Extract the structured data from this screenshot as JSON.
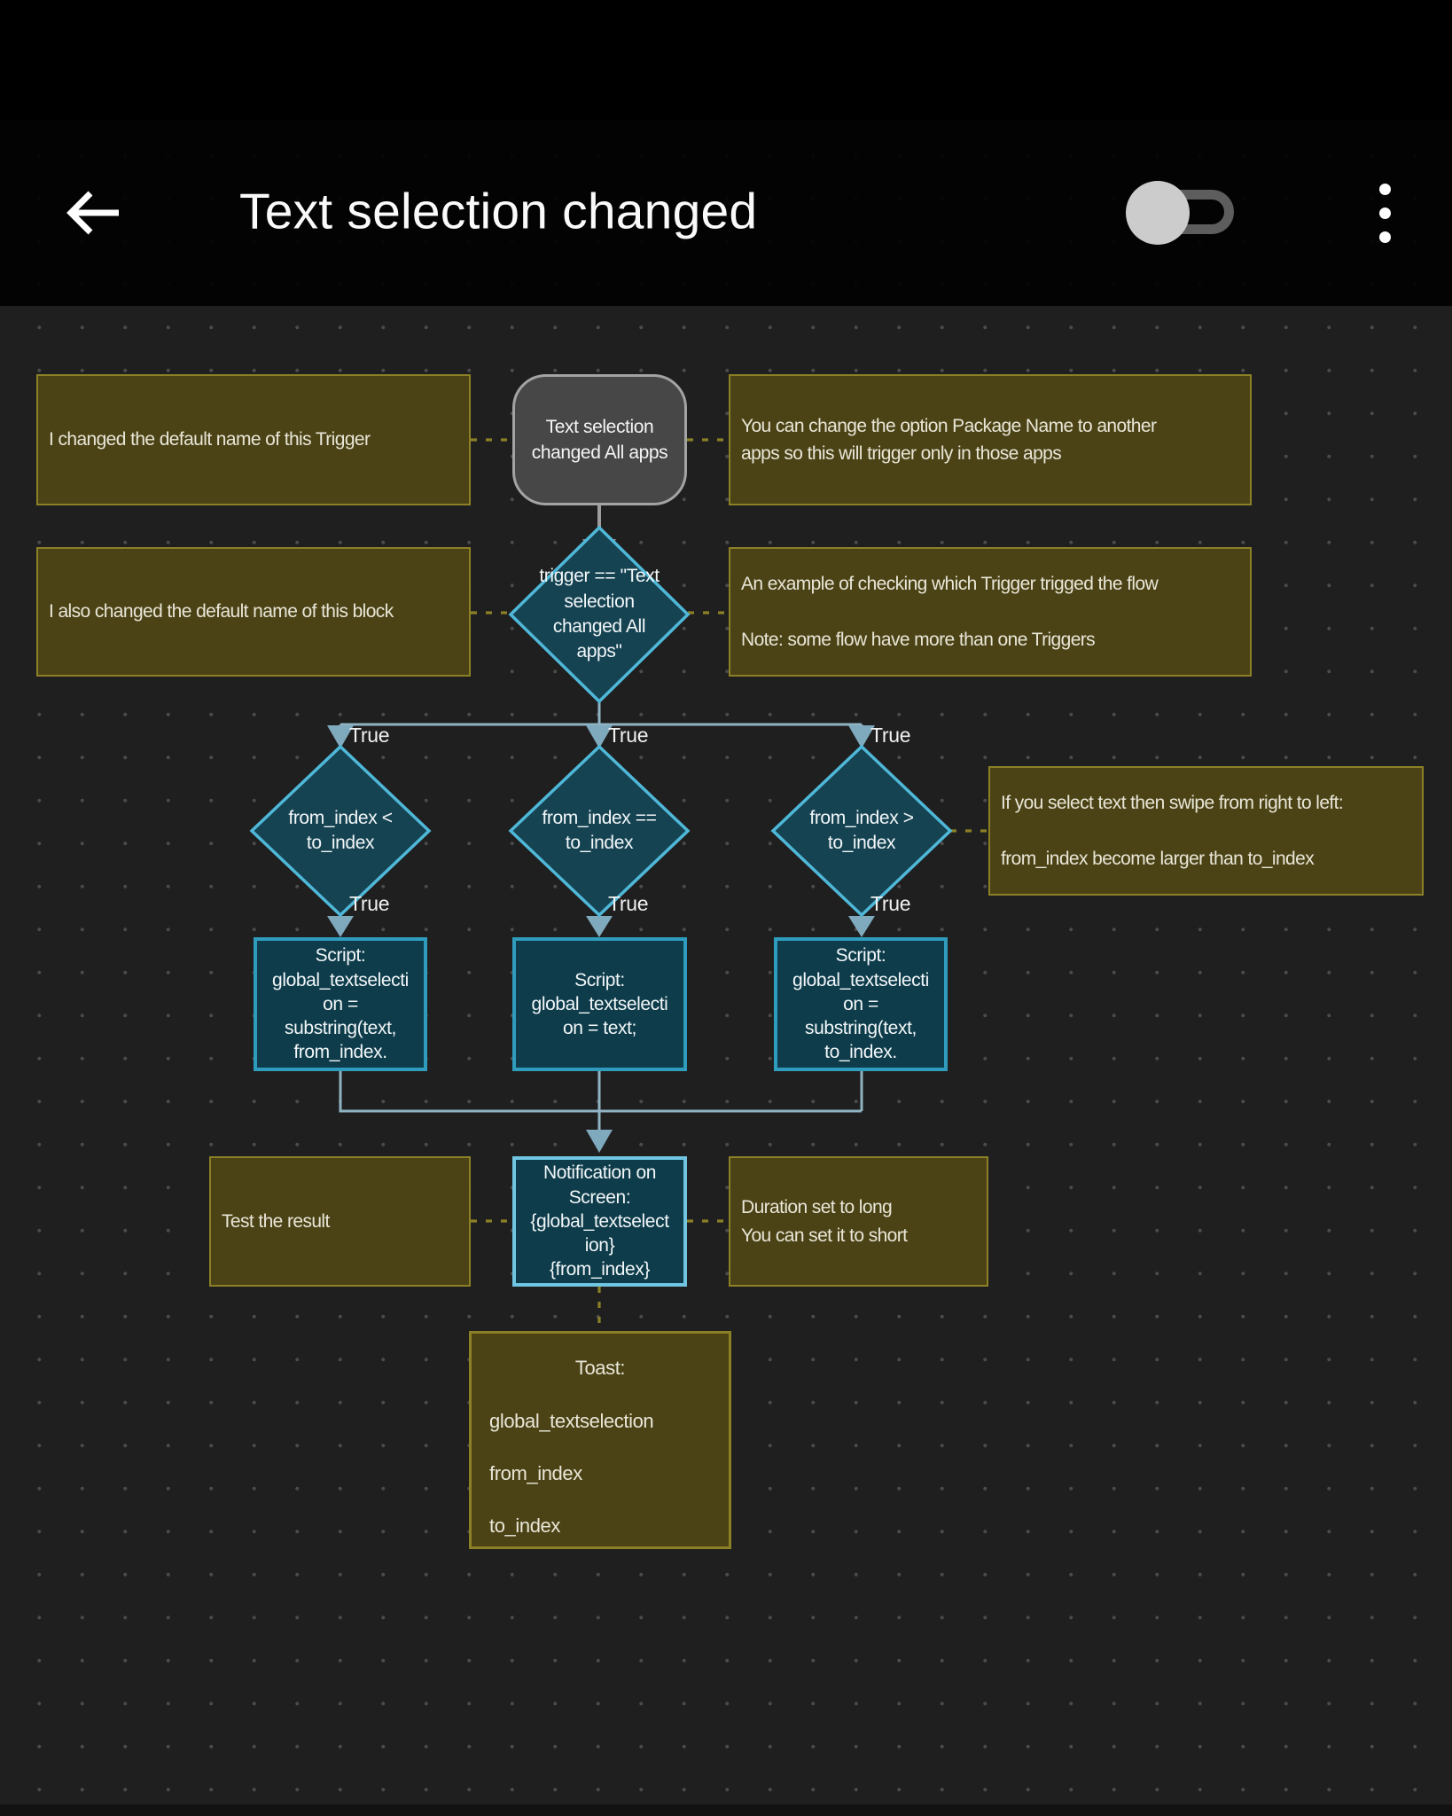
{
  "app": {
    "header": {
      "title": "Text selection changed",
      "back_icon": "back-arrow",
      "menu_icon": "vertical-ellipsis",
      "flow_toggle_state": "off"
    }
  },
  "labels": {
    "true_branch": "True"
  },
  "flow": {
    "trigger": {
      "label": "Text selection\nchanged All apps"
    },
    "decisions": {
      "trigger_check": "trigger == \"Text\nselection\nchanged All\napps\"",
      "lt": "from_index <\nto_index",
      "eq": "from_index ==\nto_index",
      "gt": "from_index >\nto_index"
    },
    "scripts": {
      "lt": "Script:\nglobal_textselecti\non =\nsubstring(text,\nfrom_index.",
      "eq": "Script:\nglobal_textselecti\non = text;",
      "gt": "Script:\nglobal_textselecti\non =\nsubstring(text,\nto_index."
    },
    "notification": {
      "label": "Notification on\nScreen:\n{global_textselect\nion}\n{from_index}"
    },
    "toast": {
      "title": "Toast:",
      "lines": [
        "global_textselection",
        "from_index",
        "to_index"
      ]
    },
    "comments": {
      "trigger_name": "I changed the default name of this Trigger",
      "package_name": "You can change the option Package Name to another\napps so this will trigger only in those apps",
      "block_name": "I also changed the default name of this block",
      "trigger_check": "An example of checking which Trigger trigged the flow\n\nNote: some flow have more than one Triggers",
      "swipe": "If you select text then swipe from right to left:\n\nfrom_index become larger than to_index",
      "test": "Test the result",
      "duration": "Duration set to long\nYou can set it to short"
    }
  },
  "colors": {
    "canvas_bg": "#1f1f1f",
    "grid_dot": "#4b4b4b",
    "comment_fill": "#4b4315",
    "comment_border": "#8c8026",
    "decision_fill": "#164352",
    "decision_border": "#4fb8d8",
    "block_fill": "#0e3c4a",
    "block_border": "#2f9cbe",
    "notification_border": "#70c6e2",
    "trigger_fill": "#474747",
    "trigger_border": "#a3a3a3",
    "connector_blue": "#8fb3c2",
    "connector_gray": "#9e9e9e"
  }
}
